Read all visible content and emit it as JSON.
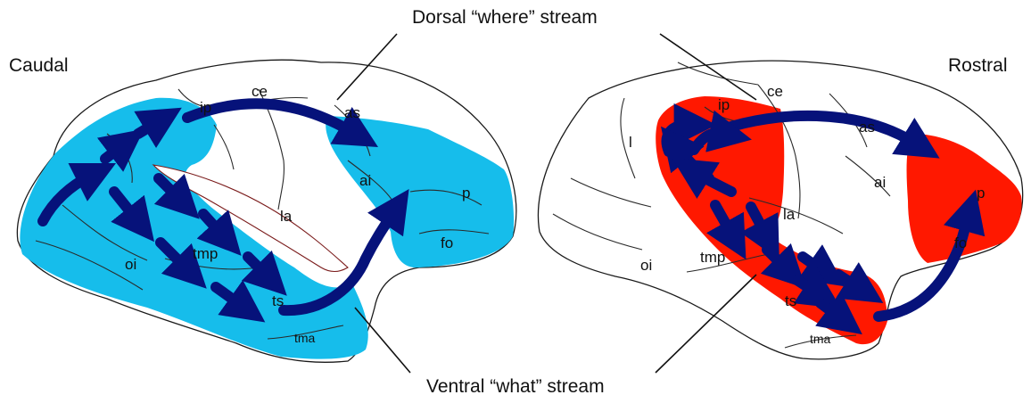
{
  "labels": {
    "caudal": "Caudal",
    "rostral": "Rostral",
    "dorsal": "Dorsal “where” stream",
    "ventral": "Ventral “what” stream"
  },
  "left_brain": {
    "ip": "ip",
    "ce": "ce",
    "as": "as",
    "ai": "ai",
    "la": "la",
    "p": "p",
    "fo": "fo",
    "oi": "oi",
    "tmp": "tmp",
    "ts": "ts",
    "tma": "tma"
  },
  "right_brain": {
    "ip": "ip",
    "ce": "ce",
    "as": "as",
    "ai": "ai",
    "la": "la",
    "l": "l",
    "p": "p",
    "fo": "fo",
    "oi": "oi",
    "tmp": "tmp",
    "ts": "ts",
    "tma": "tma"
  },
  "colors": {
    "left_highlight": "#16bdeb",
    "right_highlight": "#ff1800",
    "arrows": "#06127a"
  }
}
